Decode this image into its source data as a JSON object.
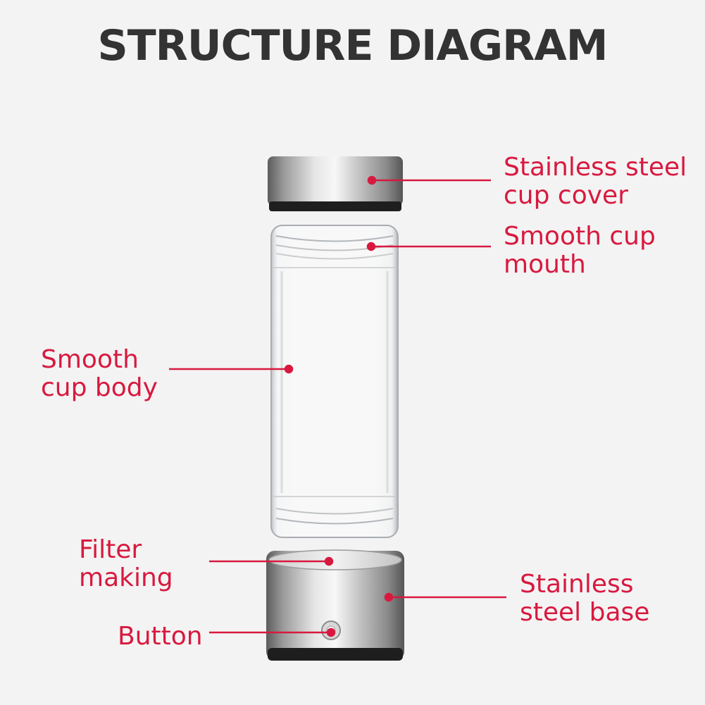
{
  "title": "STRUCTURE DIAGRAM",
  "colors": {
    "accent": "#d8193f",
    "title": "#333333",
    "background": "#f3f3f3"
  },
  "labels": {
    "cover": [
      "Stainless steel",
      "cup cover"
    ],
    "mouth": [
      "Smooth cup",
      "mouth"
    ],
    "body": [
      "Smooth",
      "cup body"
    ],
    "filter": [
      "Filter",
      "making"
    ],
    "base": [
      "Stainless",
      "steel base"
    ],
    "button": "Button"
  }
}
